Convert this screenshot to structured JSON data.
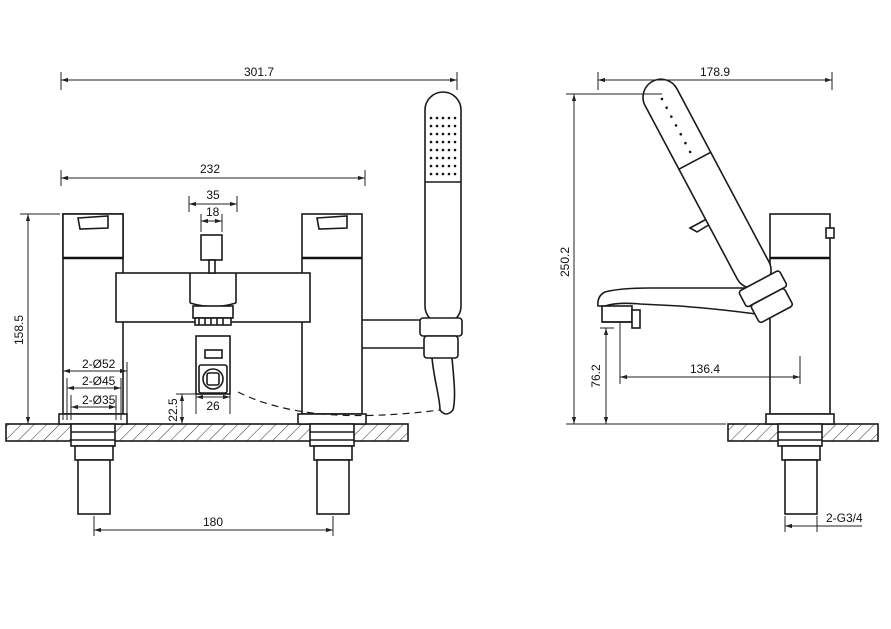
{
  "front_view": {
    "overall_width": "301.7",
    "centers_width": "232",
    "cartridge_width": "35",
    "cartridge_inner": "18",
    "height": "158.5",
    "hole_52": "2-Ø52",
    "hole_45": "2-Ø45",
    "hole_35": "2-Ø35",
    "spout_height": "22.5",
    "diverter_width": "26",
    "hole_spacing": "180"
  },
  "side_view": {
    "depth": "178.9",
    "total_height": "250.2",
    "spout_reach": "136.4",
    "spout_clearance": "76.2",
    "thread": "2-G3/4"
  }
}
